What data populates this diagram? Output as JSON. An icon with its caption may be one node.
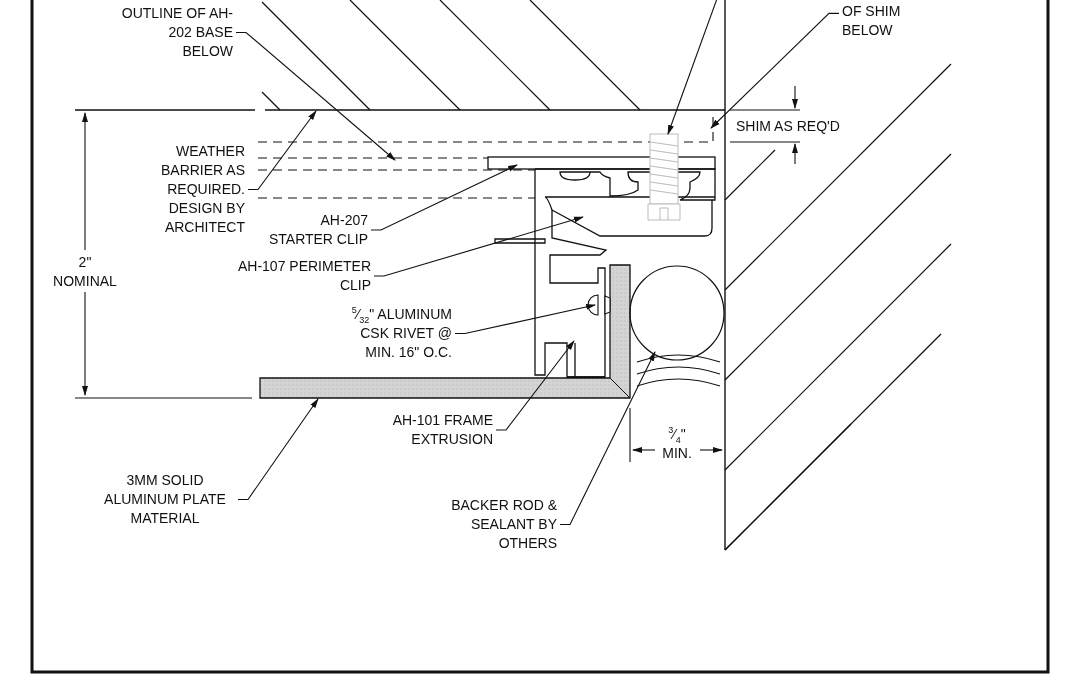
{
  "diagram": {
    "nodes": [
      {
        "text": [
          "OUTLINE OF AH-202 BASE BELOW"
        ]
      },
      {
        "text": [
          "OF SHIM BELOW"
        ]
      },
      {
        "text": [
          "WEATHER BARRIER AS REQUIRED. DESIGN BY ARCHITECT"
        ]
      },
      {
        "text": [
          "AH-207 STARTER CLIP"
        ]
      },
      {
        "text": [
          "AH-107 PERIMETER CLIP"
        ]
      },
      {
        "text": [
          "$^{5}$⁄$_{32}$\" ALUMINUM CSK RIVET @ MIN. 16\" O.C."
        ]
      },
      {
        "text": [
          "AH-101 FRAME EXTRUSION"
        ]
      },
      {
        "text": [
          "3MM SOLID ALUMINUM PLATE MATERIAL"
        ]
      },
      {
        "text": [
          "BACKER ROD & SEALANT BY OTHERS"
        ]
      },
      {
        "text": [],
        "shape": "bar"
      },
      {
        "text": [],
        "shape": "picture"
      },
      {
        "text": [],
        "shape": "picture"
      },
      {
        "text": [],
        "shape": "circle"
      },
      {
        "text": [],
        "shape": "box"
      }
    ],
    "edges": [
      {
        "from": 0,
        "to": null,
        "arrow": "to"
      },
      {
        "from": 1,
        "to": 13,
        "arrow": "to"
      },
      {
        "from": null,
        "to": 11,
        "arrow": "to"
      },
      {
        "from": 2,
        "to": null,
        "arrow": "to"
      },
      {
        "from": 3,
        "to": null,
        "arrow": "to"
      },
      {
        "from": 4,
        "to": null,
        "arrow": "to"
      },
      {
        "from": 5,
        "to": 10,
        "arrow": "to"
      },
      {
        "from": 6,
        "to": null,
        "arrow": "to"
      },
      {
        "from": 7,
        "to": 9,
        "arrow": "to"
      },
      {
        "from": 8,
        "to": 12,
        "arrow": "to"
      }
    ],
    "labels": [
      "SHIM AS REQ'D",
      "2\" NOMINAL",
      "$^{3}$⁄$_{4}$\" MIN."
    ]
  }
}
